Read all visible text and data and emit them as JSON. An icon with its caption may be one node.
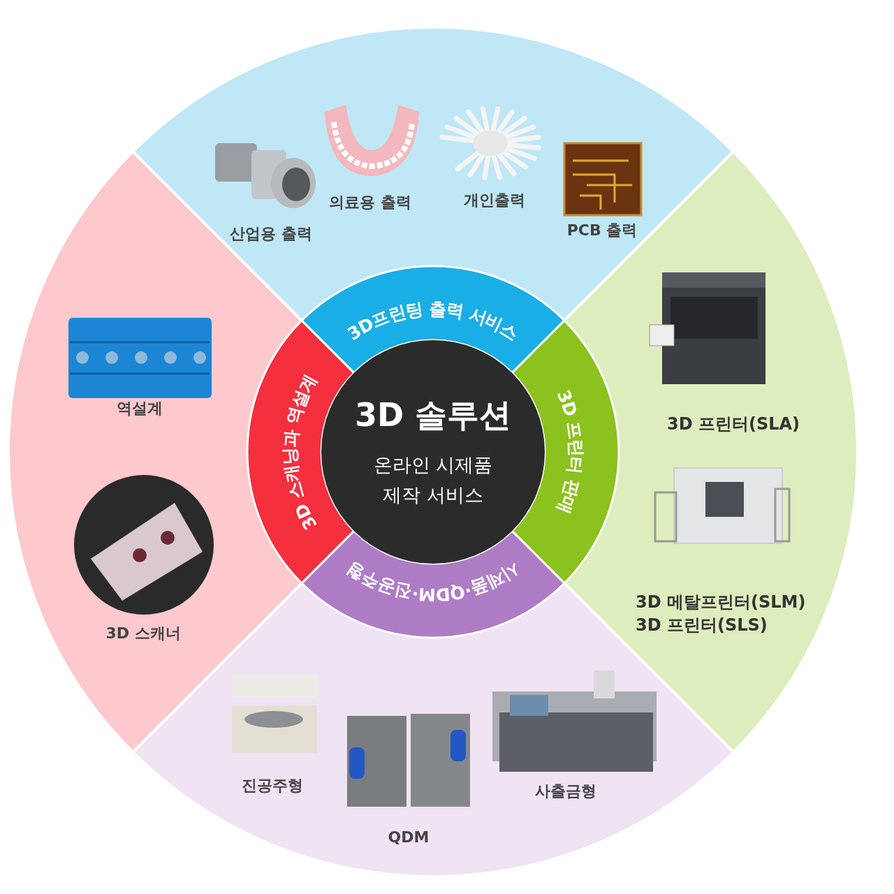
{
  "diagram": {
    "nodes": [
      {
        "text": [
          "3D 솔루션",
          "온라인 시제품 제작 서비스"
        ]
      },
      {
        "text": [
          "3D프린팅 출력 서비스"
        ]
      },
      {
        "text": [
          "3D 프린터 판매"
        ]
      },
      {
        "text": [
          "시제품·QDM·진공주형"
        ]
      },
      {
        "text": [
          "3D 스캐닝과 역설계"
        ]
      }
    ],
    "labels": [
      "산업용 출력",
      "의료용 출력",
      "개인출력",
      "PCB 출력",
      "역설계",
      "3D 스캐너",
      "3D 프린터(SLA)",
      "3D 메탈프린터(SLM)",
      "3D 프린터(SLS)",
      "진공주형",
      "QDM",
      "사출금형"
    ]
  }
}
